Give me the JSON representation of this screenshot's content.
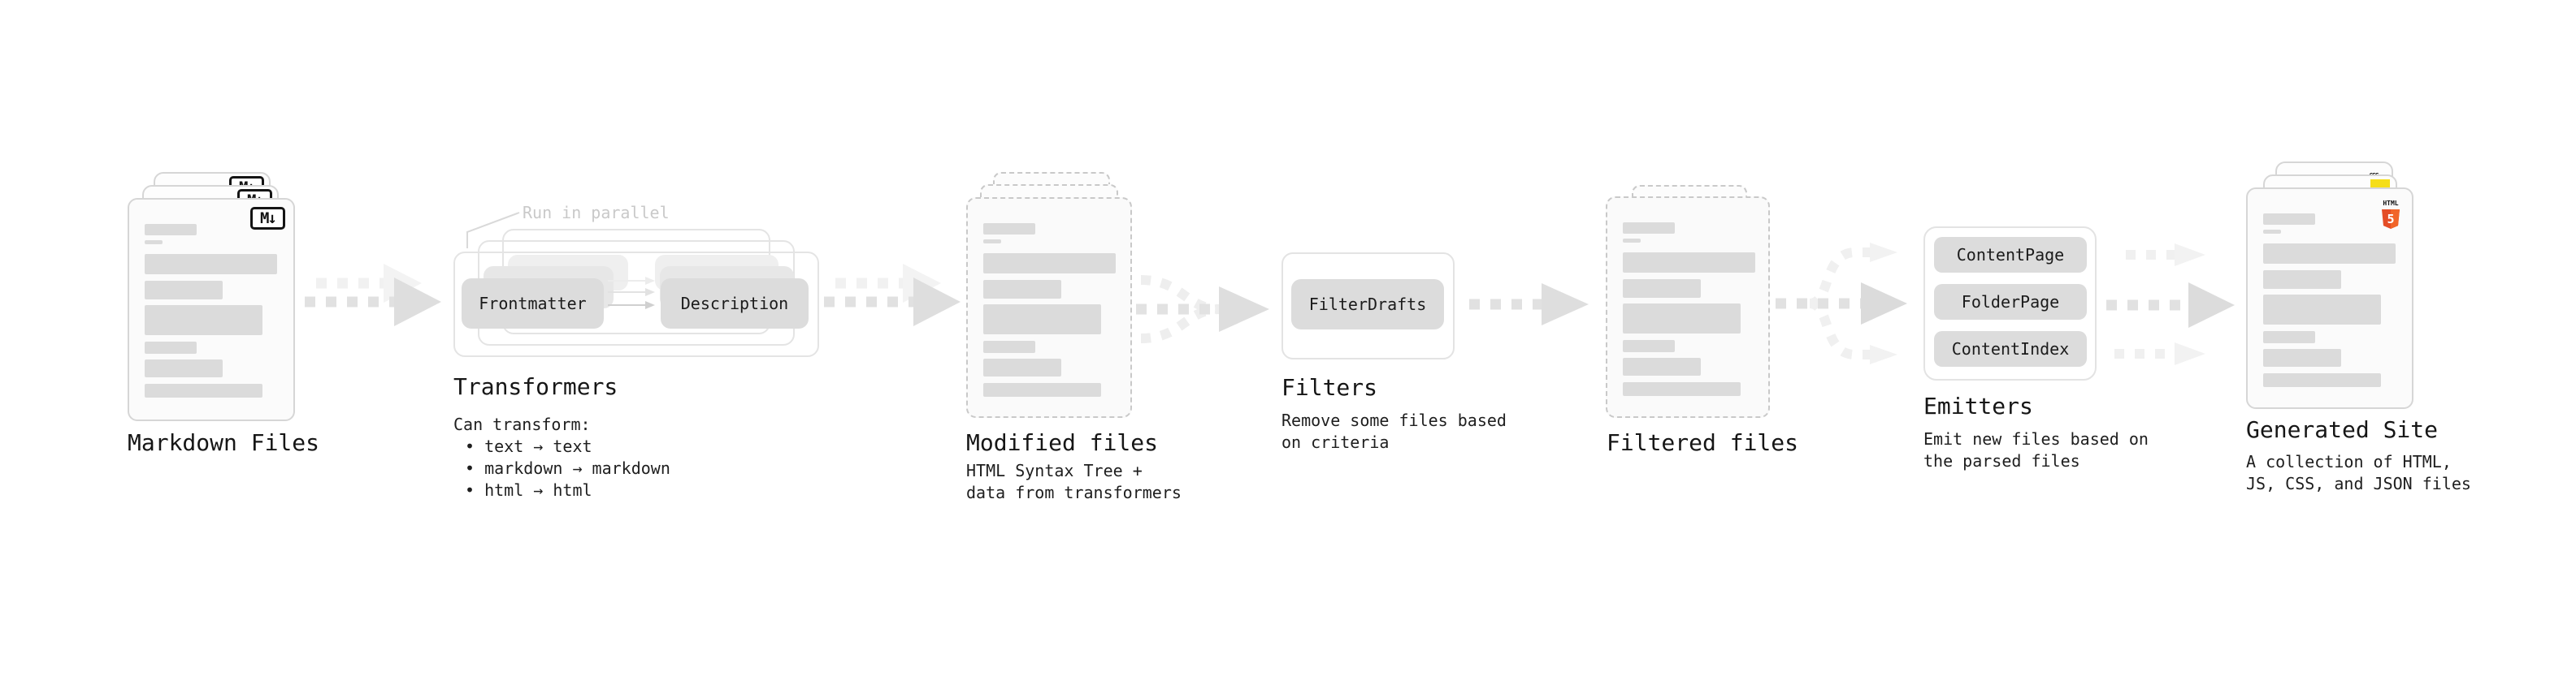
{
  "diagram": {
    "nodes": {
      "markdown_files": {
        "title": "Markdown Files",
        "badge": "M↓"
      },
      "transformers": {
        "title": "Transformers",
        "annotation": "Run in parallel",
        "pill_left": "Frontmatter",
        "pill_right": "Description",
        "intro": "Can transform:",
        "bullets": [
          "• text → text",
          "• markdown → markdown",
          "• html → html"
        ]
      },
      "modified_files": {
        "title": "Modified files",
        "subtitle_lines": [
          "HTML Syntax Tree +",
          "data from transformers"
        ]
      },
      "filters": {
        "title": "Filters",
        "pill": "FilterDrafts",
        "subtitle_lines": [
          "Remove some files based",
          "on criteria"
        ]
      },
      "filtered_files": {
        "title": "Filtered files"
      },
      "emitters": {
        "title": "Emitters",
        "pills": [
          "ContentPage",
          "FolderPage",
          "ContentIndex"
        ],
        "subtitle_lines": [
          "Emit new files based on",
          "the parsed files"
        ]
      },
      "generated_site": {
        "title": "Generated Site",
        "subtitle_lines": [
          "A collection of HTML,",
          "JS, CSS, and JSON files"
        ],
        "badges": {
          "css_label": "CSS",
          "html_label": "HTML",
          "html5_number": "5"
        }
      }
    },
    "colors": {
      "html5_orange": "#e44d26",
      "html5_orange_light": "#f16529",
      "js_yellow": "#f5de19",
      "css_blue": "#2965f1",
      "pill_gray": "#dcdcdc",
      "bar_gray": "#dbdbdb",
      "arrow_gray": "#e0e0e0",
      "arrow_ghost": "#f0f0f0",
      "annotation_gray": "#c9c9c9",
      "text": "#1b1b1b"
    }
  },
  "doc_skeleton": {
    "bars": [
      {
        "w": 64,
        "h": 14,
        "mt": 0
      },
      {
        "w": 22,
        "h": 5,
        "mt": 6
      },
      {
        "w": 163,
        "h": 25,
        "mt": 12
      },
      {
        "w": 96,
        "h": 23,
        "mt": 8
      },
      {
        "w": 145,
        "h": 37,
        "mt": 7
      },
      {
        "w": 64,
        "h": 15,
        "mt": 8
      },
      {
        "w": 96,
        "h": 22,
        "mt": 7
      },
      {
        "w": 145,
        "h": 17,
        "mt": 8
      }
    ]
  }
}
